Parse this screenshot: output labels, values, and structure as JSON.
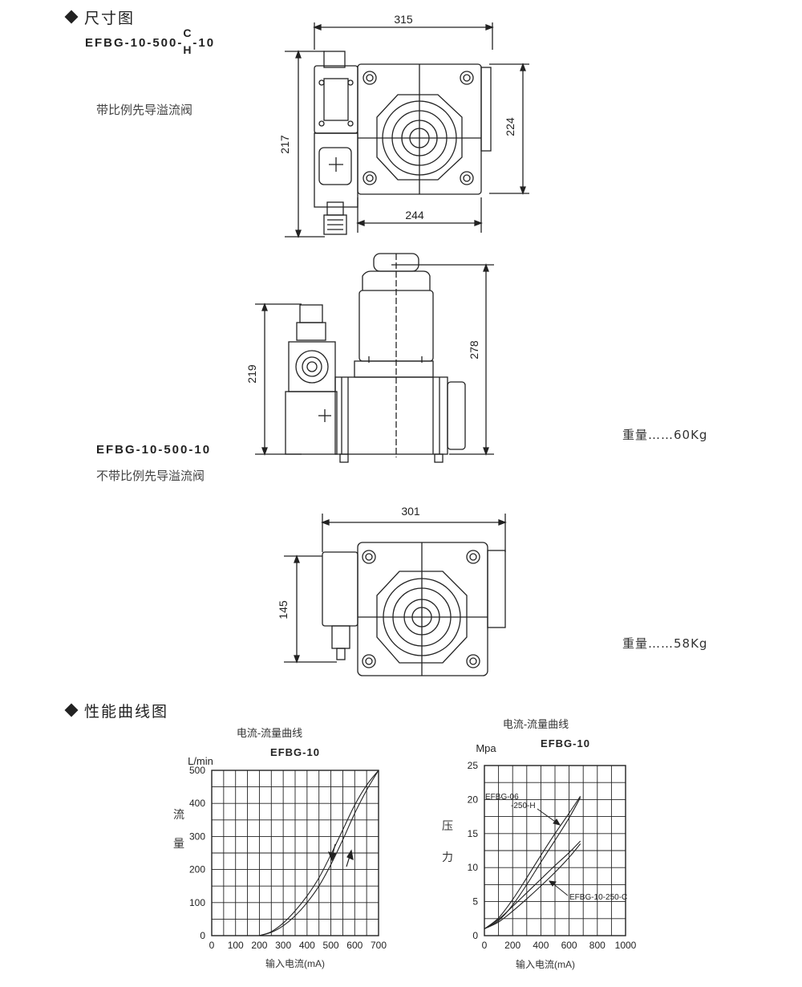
{
  "sections": {
    "dimensions_title": "尺寸图",
    "performance_title": "性能曲线图"
  },
  "valve1": {
    "model_prefix": "EFBG-10-500-",
    "model_top": "C",
    "model_bottom": "H",
    "model_suffix": "-10",
    "description": "带比例先导溢流阀",
    "dims": {
      "width_top": "315",
      "height_left": "217",
      "height_right": "224",
      "width_bottom": "244"
    }
  },
  "valve2": {
    "model": "EFBG-10-500-10",
    "description": "不带比例先导溢流阀",
    "dims": {
      "height_left": "219",
      "height_right": "278",
      "width_top": "301",
      "height_bottom": "145"
    },
    "weight1": "重量……60Kg",
    "weight2": "重量……58Kg"
  },
  "chart_data": [
    {
      "type": "line",
      "title": "电流-流量曲线",
      "subtitle": "EFBG-10",
      "xlabel": "输入电流(mA)",
      "ylabel": "流量",
      "yunit": "L/min",
      "xlim": [
        0,
        700
      ],
      "ylim": [
        0,
        500
      ],
      "xticks": [
        "0",
        "100",
        "200",
        "300",
        "400",
        "500",
        "600",
        "700"
      ],
      "yticks": [
        "0",
        "100",
        "200",
        "300",
        "400",
        "500"
      ],
      "grid": true,
      "series": [
        {
          "x": [
            200,
            250,
            300,
            350,
            400,
            450,
            500,
            550,
            600,
            650,
            700
          ],
          "y": [
            0,
            10,
            30,
            60,
            100,
            150,
            215,
            290,
            370,
            440,
            500
          ]
        },
        {
          "x": [
            200,
            250,
            300,
            350,
            400,
            450,
            500,
            550,
            600,
            650,
            700
          ],
          "y": [
            0,
            12,
            38,
            75,
            120,
            175,
            245,
            320,
            395,
            455,
            500
          ]
        }
      ]
    },
    {
      "type": "line",
      "title": "电流-流量曲线",
      "subtitle": "EFBG-10",
      "xlabel": "输入电流(mA)",
      "ylabel": "压力",
      "yunit": "Mpa",
      "xlim": [
        0,
        1000
      ],
      "ylim": [
        0,
        25
      ],
      "xticks": [
        "0",
        "200",
        "400",
        "600",
        "800",
        "1000"
      ],
      "yticks": [
        "0",
        "5",
        "10",
        "15",
        "20",
        "25"
      ],
      "grid": true,
      "annotations": [
        "EFBG-06",
        "-250-H",
        "EFBG-10-250-C"
      ],
      "series": [
        {
          "name": "EFBG-06-250-H",
          "x": [
            0,
            100,
            200,
            300,
            400,
            500,
            600,
            680
          ],
          "y": [
            1,
            2.2,
            4.5,
            7.5,
            10.8,
            14,
            17.3,
            20.3
          ]
        },
        {
          "name": "EFBG-06-250-H",
          "x": [
            0,
            100,
            200,
            300,
            400,
            500,
            600,
            680
          ],
          "y": [
            1,
            2.6,
            5.3,
            8.5,
            11.8,
            15,
            18,
            20.5
          ]
        },
        {
          "name": "EFBG-10-250-C",
          "x": [
            0,
            100,
            200,
            300,
            400,
            500,
            600,
            680
          ],
          "y": [
            1,
            2,
            3.6,
            5.4,
            7.3,
            9.3,
            11.5,
            13.5
          ]
        },
        {
          "name": "EFBG-10-250-C",
          "x": [
            0,
            100,
            200,
            300,
            400,
            500,
            600,
            680
          ],
          "y": [
            1,
            2.4,
            4.3,
            6.3,
            8.3,
            10.3,
            12.2,
            13.9
          ]
        }
      ]
    }
  ]
}
